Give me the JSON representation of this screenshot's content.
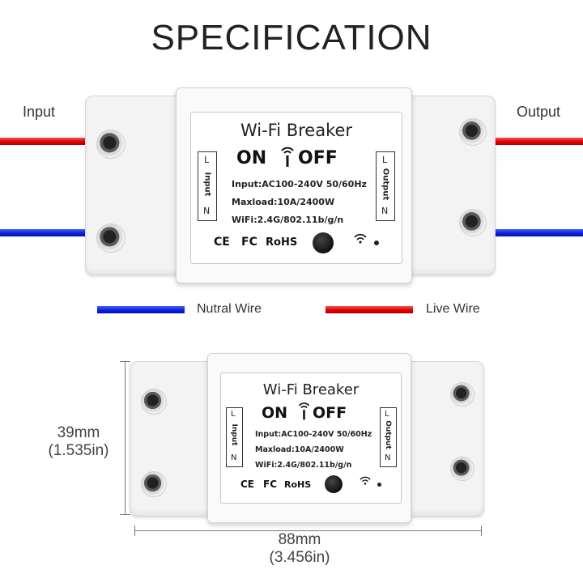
{
  "title": "SPECIFICATION",
  "labels": {
    "input": "Input",
    "output": "Output",
    "neutral_wire": "Nutral Wire",
    "live_wire": "Live Wire"
  },
  "device": {
    "name": "Wi-Fi Breaker",
    "on": "ON",
    "off": "OFF",
    "spec_input": "Input:AC100-240V 50/60Hz",
    "spec_maxload": "Maxload:10A/2400W",
    "spec_wifi": "WiFi:2.4G/802.11b/g/n",
    "terminal_input": "Input",
    "terminal_output": "Output",
    "terminal_l": "L",
    "terminal_n": "N",
    "cert_ce": "CE",
    "cert_fc": "FC",
    "cert_rohs": "RoHS"
  },
  "dimensions": {
    "height_mm": "39mm",
    "height_in": "(1.535in)",
    "width_mm": "88mm",
    "width_in": "(3.456in)"
  },
  "colors": {
    "live": "#e00000",
    "neutral": "#1020e0"
  },
  "icons": [
    "wifi-icon",
    "button-icon",
    "led-indicator"
  ]
}
